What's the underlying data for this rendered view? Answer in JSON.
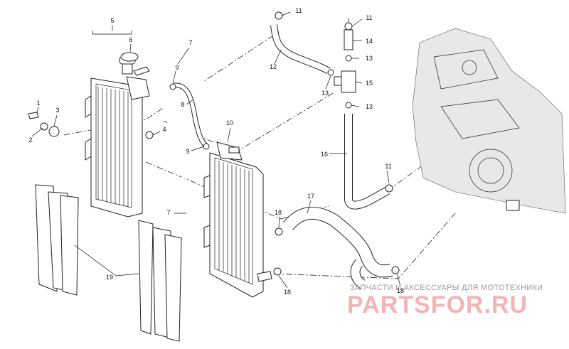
{
  "callouts": [
    {
      "n": "1"
    },
    {
      "n": "2"
    },
    {
      "n": "3"
    },
    {
      "n": "4"
    },
    {
      "n": "5"
    },
    {
      "n": "6"
    },
    {
      "n": "7"
    },
    {
      "n": "7"
    },
    {
      "n": "8"
    },
    {
      "n": "9"
    },
    {
      "n": "9"
    },
    {
      "n": "10"
    },
    {
      "n": "11"
    },
    {
      "n": "11"
    },
    {
      "n": "11"
    },
    {
      "n": "12"
    },
    {
      "n": "13"
    },
    {
      "n": "13"
    },
    {
      "n": "13"
    },
    {
      "n": "14"
    },
    {
      "n": "15"
    },
    {
      "n": "16"
    },
    {
      "n": "17"
    },
    {
      "n": "18"
    },
    {
      "n": "18"
    },
    {
      "n": "18"
    },
    {
      "n": "19"
    }
  ],
  "watermark": {
    "caption": "ЗАПЧАСТИ И АКСЕССУАРЫ ДЛЯ МОТОТЕХНИКИ",
    "logo": "PARTSFOR.RU"
  }
}
